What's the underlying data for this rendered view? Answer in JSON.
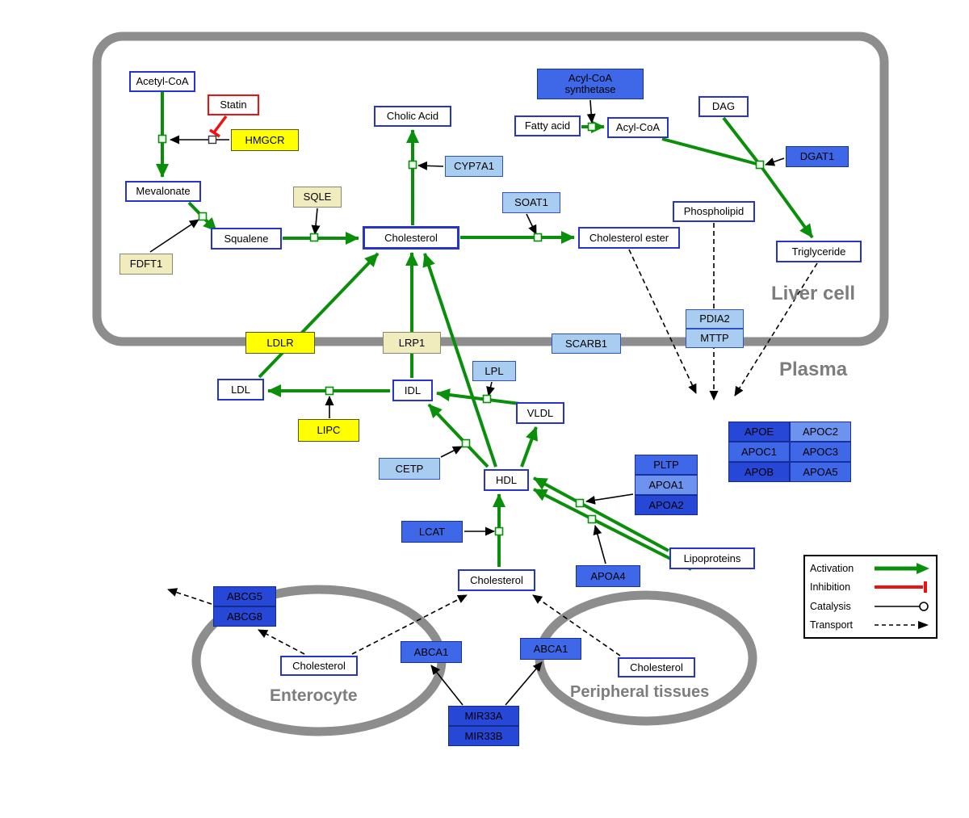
{
  "regions": {
    "liver_cell": "Liver cell",
    "plasma": "Plasma",
    "enterocyte": "Enterocyte",
    "peripheral_tissues": "Peripheral tissues"
  },
  "nodes": {
    "acetyl_coa": "Acetyl-CoA",
    "statin": "Statin",
    "hmgcr": "HMGCR",
    "mevalonate": "Mevalonate",
    "fdft1": "FDFT1",
    "squalene": "Squalene",
    "sqle": "SQLE",
    "cholesterol_liver": "Cholesterol",
    "cholic_acid": "Cholic Acid",
    "cyp7a1": "CYP7A1",
    "soat1": "SOAT1",
    "cholesterol_ester": "Cholesterol ester",
    "acyl_coa_synthetase": "Acyl-CoA synthetase",
    "fatty_acid": "Fatty acid",
    "acyl_coa": "Acyl-CoA",
    "dag": "DAG",
    "dgat1": "DGAT1",
    "phospholipid": "Phospholipid",
    "triglyceride": "Triglyceride",
    "pdia2": "PDIA2",
    "mttp": "MTTP",
    "ldlr": "LDLR",
    "lrp1": "LRP1",
    "scarb1": "SCARB1",
    "ldl": "LDL",
    "idl": "IDL",
    "lpl": "LPL",
    "vldl": "VLDL",
    "lipc": "LIPC",
    "cetp": "CETP",
    "hdl": "HDL",
    "pltp": "PLTP",
    "apoa1": "APOA1",
    "apoa2": "APOA2",
    "apoe": "APOE",
    "apoc2": "APOC2",
    "apoc1": "APOC1",
    "apoc3": "APOC3",
    "apob": "APOB",
    "apoa5": "APOA5",
    "lcat": "LCAT",
    "apoa4": "APOA4",
    "lipoproteins": "Lipoproteins",
    "cholesterol_plasma": "Cholesterol",
    "abcg5": "ABCG5",
    "abcg8": "ABCG8",
    "cholesterol_enterocyte": "Cholesterol",
    "abca1_enterocyte": "ABCA1",
    "abca1_peripheral": "ABCA1",
    "cholesterol_peripheral": "Cholesterol",
    "mir33a": "MIR33A",
    "mir33b": "MIR33B"
  },
  "legend": {
    "activation": "Activation",
    "inhibition": "Inhibition",
    "catalysis": "Catalysis",
    "transport": "Transport"
  },
  "colors": {
    "activation_green": "#0a8f0a",
    "inhibition_red": "#ee1111",
    "metabolite_border_blue": "#2633cc",
    "enzyme_yellow": "#ffff00",
    "enzyme_pale_yellow": "#f1ecbe",
    "protein_light_blue": "#a9cdf0",
    "protein_medium_blue": "#3f68e8",
    "protein_dark_blue": "#2747d6",
    "membrane_gray": "#8d8d8d"
  }
}
